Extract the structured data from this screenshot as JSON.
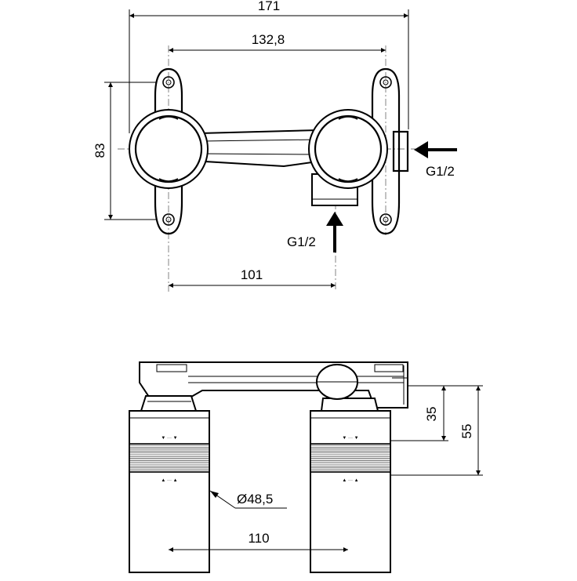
{
  "dimensions": {
    "top_overall_width": "171",
    "top_hole_spacing": "132,8",
    "top_height": "83",
    "top_inlet_distance": "101",
    "inlet_side": "G1/2",
    "inlet_bottom": "G1/2",
    "side_depth_small": "35",
    "side_depth_large": "55",
    "diameter": "Ø48,5",
    "centre_distance": "110"
  },
  "colors": {
    "line": "#000000",
    "centerline": "#777777",
    "background": "#ffffff"
  }
}
